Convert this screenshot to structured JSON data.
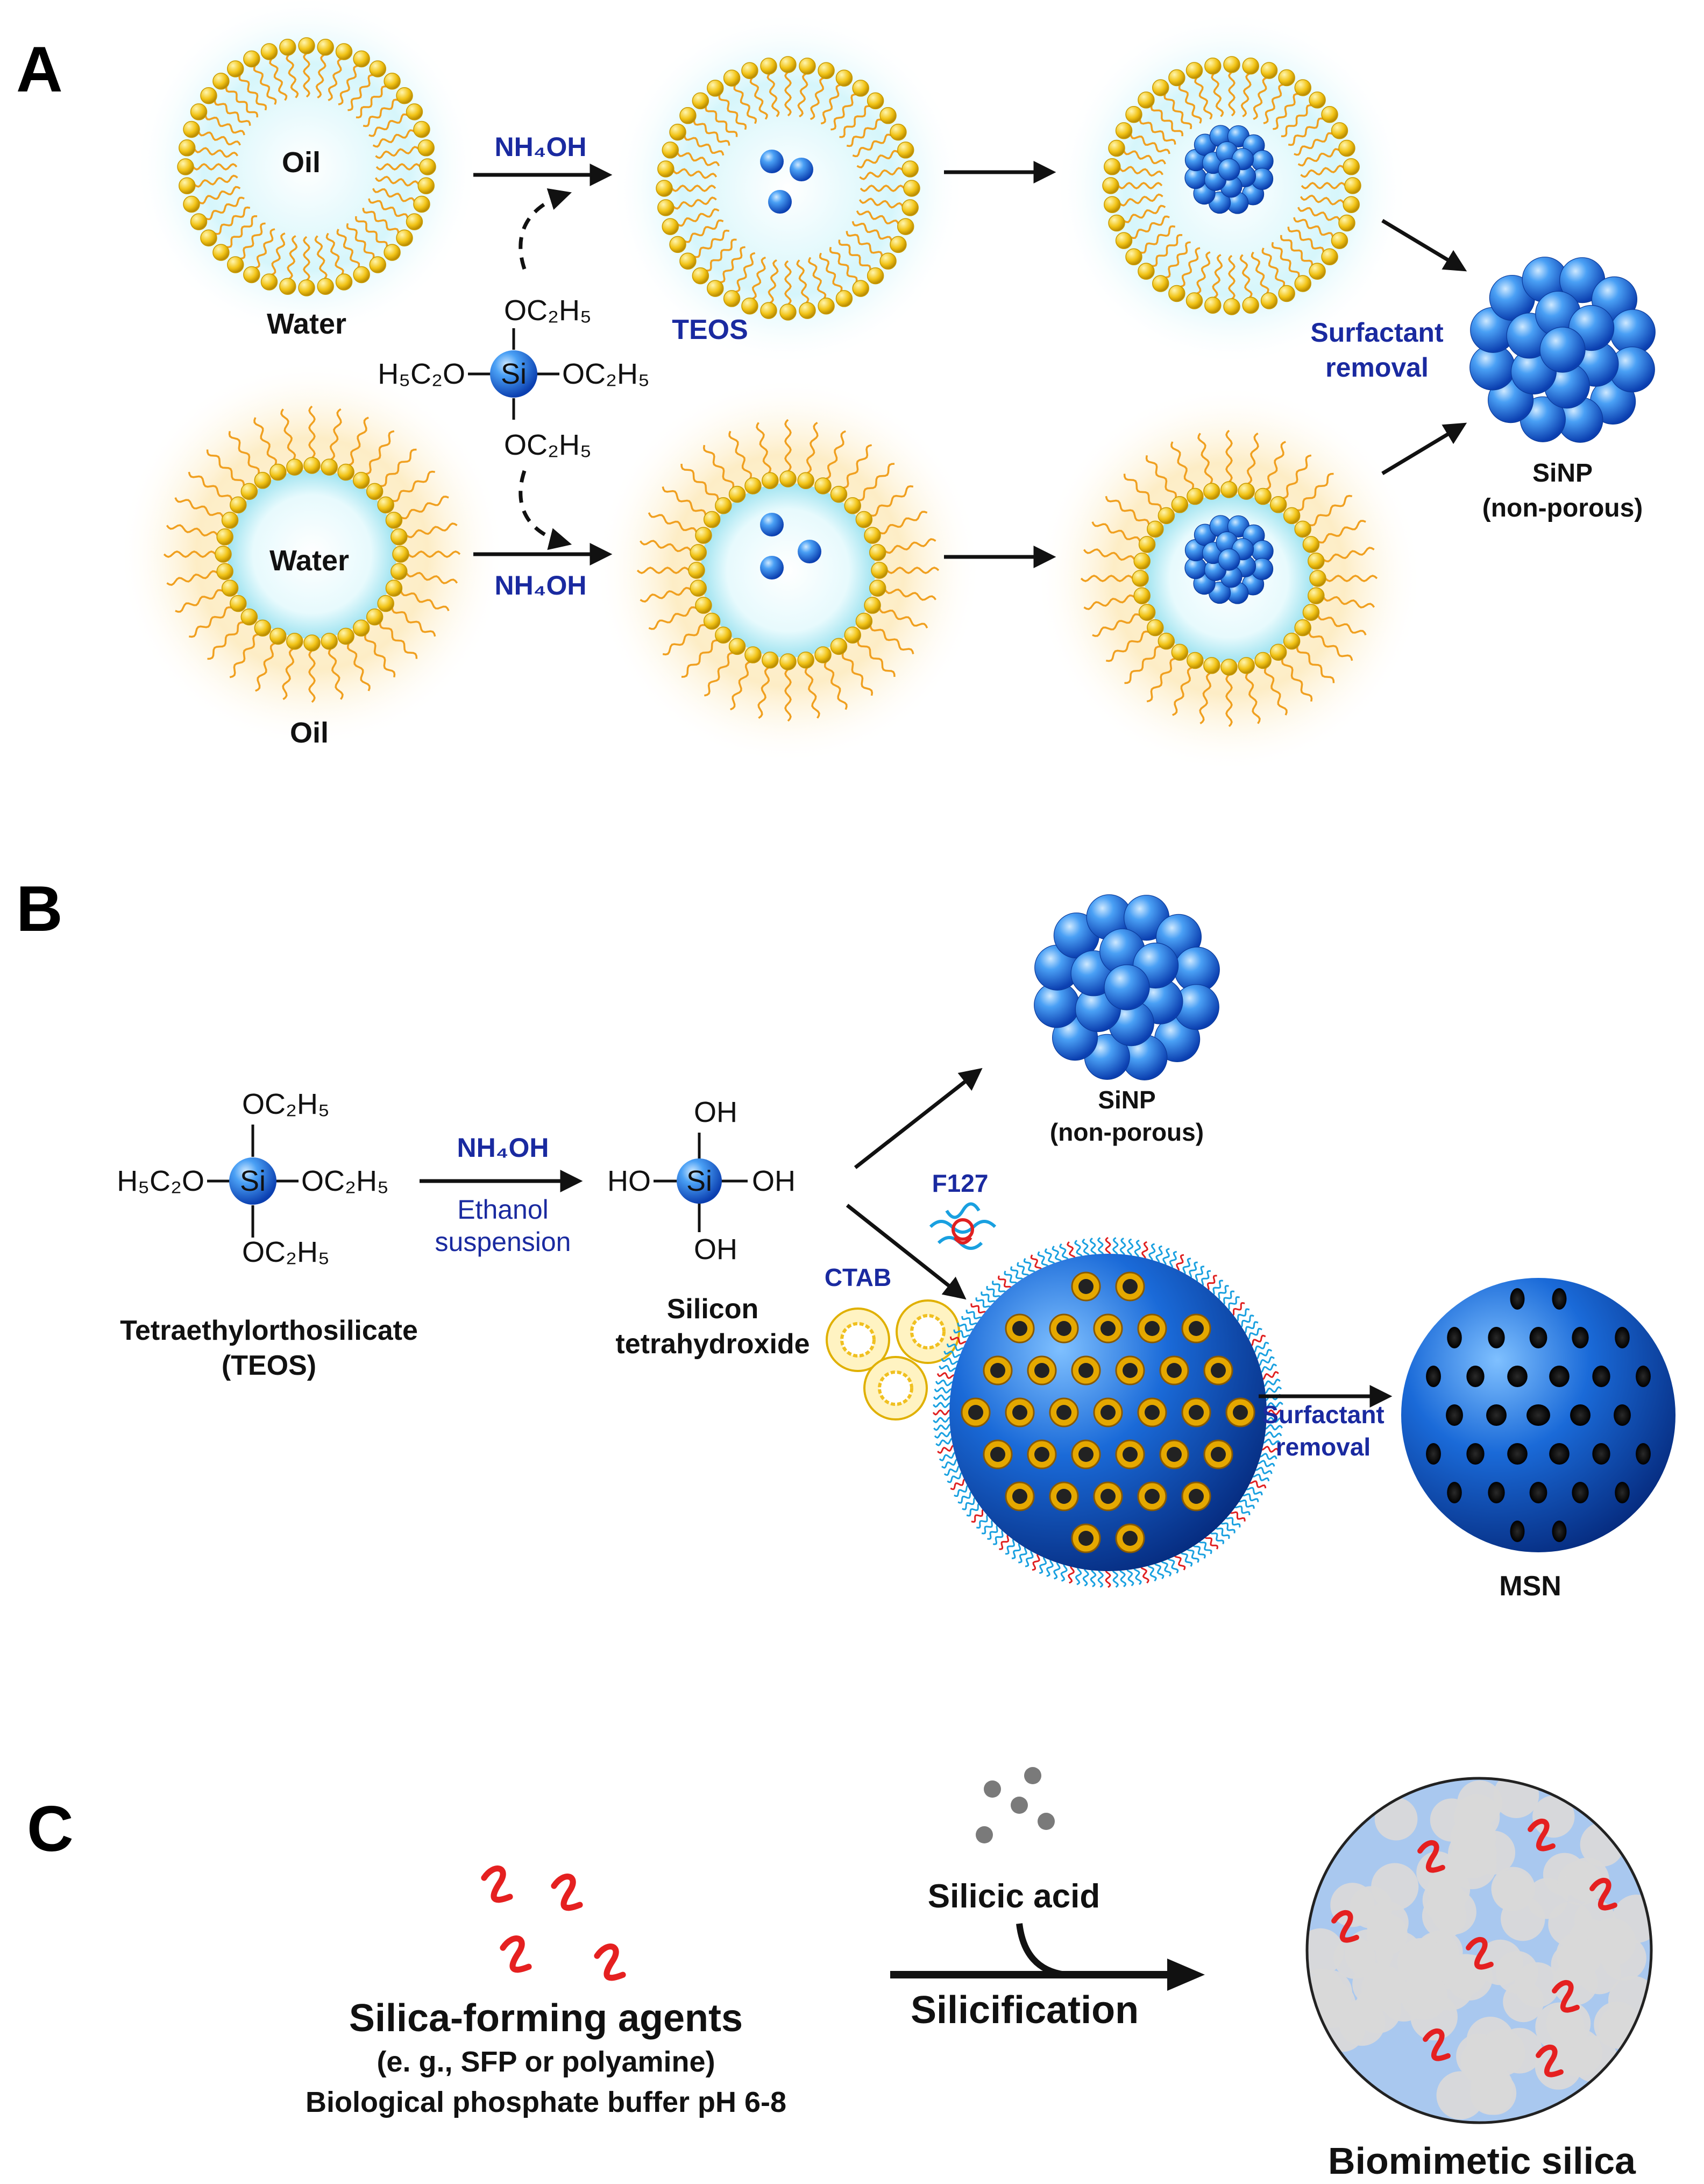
{
  "panels": {
    "a": {
      "letter": "A",
      "top_micelle_label": "Oil",
      "top_outer_label": "Water",
      "bottom_micelle_label": "Water",
      "bottom_outer_label": "Oil",
      "reagent_top": "NH₄OH",
      "reagent_bottom": "NH₄OH",
      "precursor_label": "TEOS",
      "teos_structure": {
        "center": "Si",
        "top": "OC₂H₅",
        "left": "H₅C₂O",
        "right": "OC₂H₅",
        "bottom": "OC₂H₅"
      },
      "removal_label_1": "Surfactant",
      "removal_label_2": "removal",
      "product_label_1": "SiNP",
      "product_label_2": "(non-porous)"
    },
    "b": {
      "letter": "B",
      "teos_structure": {
        "center": "Si",
        "top": "OC₂H₅",
        "left": "H₅C₂O",
        "right": "OC₂H₅",
        "bottom": "OC₂H₅"
      },
      "teos_name_1": "Tetraethylorthosilicate",
      "teos_name_2": "(TEOS)",
      "reagent": "NH₄OH",
      "condition_1": "Ethanol",
      "condition_2": "suspension",
      "hydroxide_structure": {
        "center": "Si",
        "top": "OH",
        "left": "HO",
        "right": "OH",
        "bottom": "OH"
      },
      "hydroxide_name_1": "Silicon",
      "hydroxide_name_2": "tetrahydroxide",
      "sinp_label_1": "SiNP",
      "sinp_label_2": "(non-porous)",
      "f127_label": "F127",
      "ctab_label": "CTAB",
      "removal_label_1": "Surfactant",
      "removal_label_2": "removal",
      "msn_label": "MSN"
    },
    "c": {
      "letter": "C",
      "agents_label": "Silica-forming agents",
      "agents_examples": "(e. g., SFP or polyamine)",
      "buffer_label": "Biological  phosphate buffer pH 6-8",
      "silicic_acid_label": "Silicic  acid",
      "process_label": "Silicification",
      "product_label": "Biomimetic silica"
    }
  },
  "colors": {
    "surfactant_head": "#f2c417",
    "surfactant_tail": "#f0a020",
    "water_glow": "#b8ecf5",
    "oil_glow": "#fde9b8",
    "silica_blue": "#1f6fe0",
    "label_blue": "#1a2aa0",
    "agent_red": "#e52020",
    "silica_gray": "#d9d9d9",
    "biomimetic_bg": "#a9c8ef"
  }
}
